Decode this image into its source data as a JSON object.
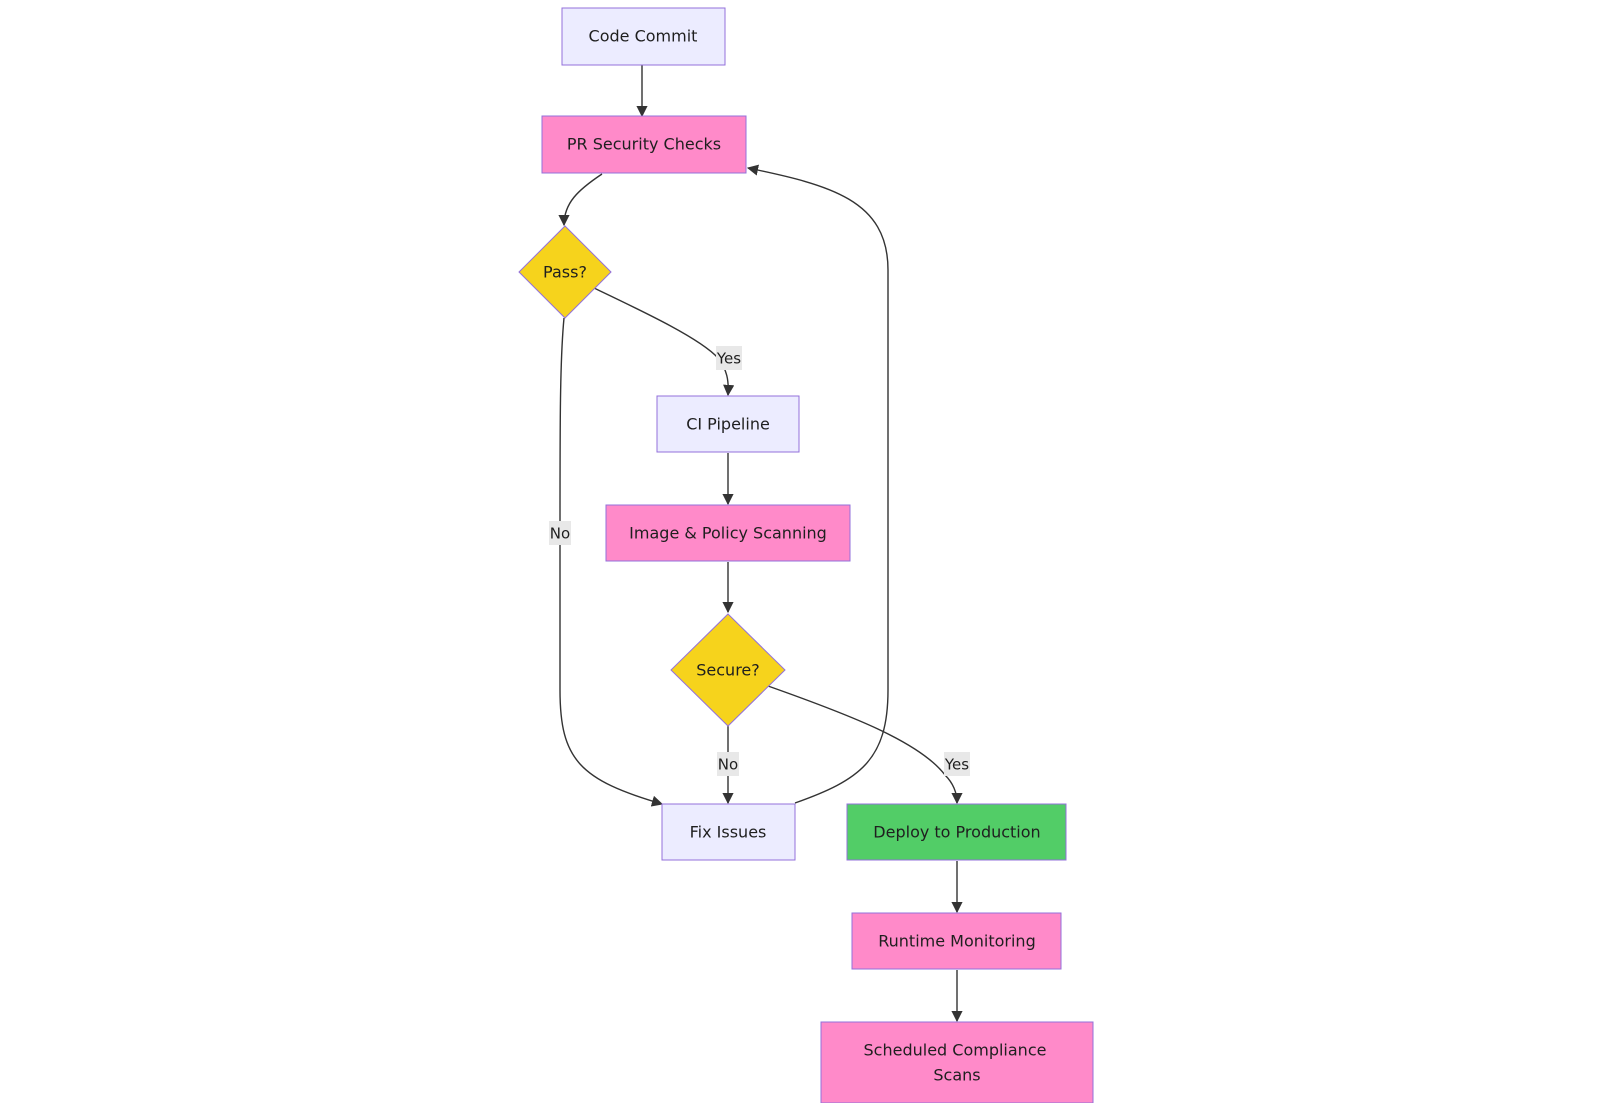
{
  "colors": {
    "default_fill": "#ececff",
    "default_stroke": "#9370db",
    "security_fill": "#ff8ac9",
    "decision_fill": "#f6d31c",
    "success_fill": "#52cd67",
    "edge": "#333333",
    "edge_label_bg": "#e8e8e8"
  },
  "nodes": {
    "code_commit": "Code Commit",
    "pr_security_checks": "PR Security Checks",
    "pass": "Pass?",
    "ci_pipeline": "CI Pipeline",
    "image_policy_scanning": "Image & Policy Scanning",
    "secure": "Secure?",
    "fix_issues": "Fix Issues",
    "deploy_to_production": "Deploy to Production",
    "runtime_monitoring": "Runtime Monitoring",
    "scheduled_compliance_scans_line1": "Scheduled Compliance",
    "scheduled_compliance_scans_line2": "Scans"
  },
  "edge_labels": {
    "pass_yes": "Yes",
    "pass_no": "No",
    "secure_no": "No",
    "secure_yes": "Yes"
  }
}
